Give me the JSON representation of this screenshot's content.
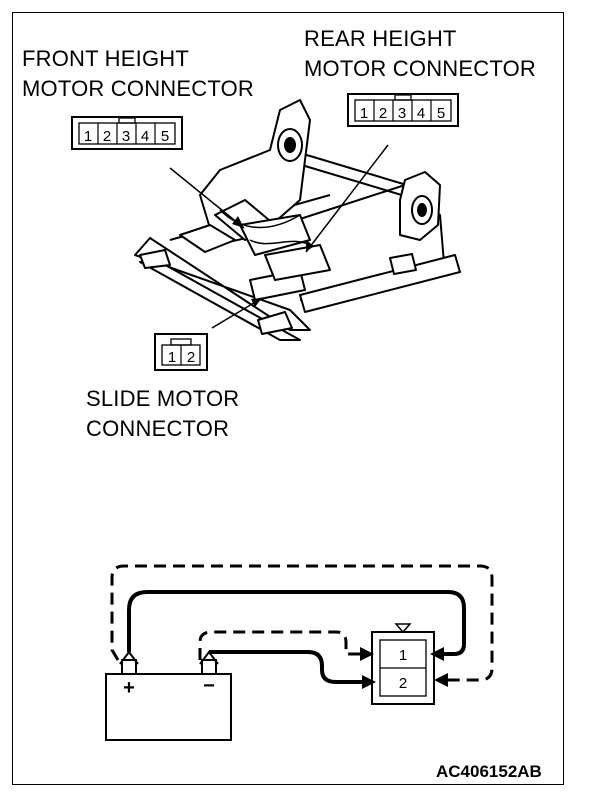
{
  "labels": {
    "front_height_line1": "FRONT HEIGHT",
    "front_height_line2": "MOTOR CONNECTOR",
    "rear_height_line1": "REAR HEIGHT",
    "rear_height_line2": "MOTOR CONNECTOR",
    "slide_line1": "SLIDE MOTOR",
    "slide_line2": "CONNECTOR"
  },
  "connectors": {
    "front_height_pins": [
      "1",
      "2",
      "3",
      "4",
      "5"
    ],
    "rear_height_pins": [
      "1",
      "2",
      "3",
      "4",
      "5"
    ],
    "slide_pins": [
      "1",
      "2"
    ]
  },
  "circuit": {
    "battery_positive": "+",
    "battery_negative": "−",
    "motor_pins": [
      "1",
      "2"
    ]
  },
  "figure_code": "AC406152AB"
}
